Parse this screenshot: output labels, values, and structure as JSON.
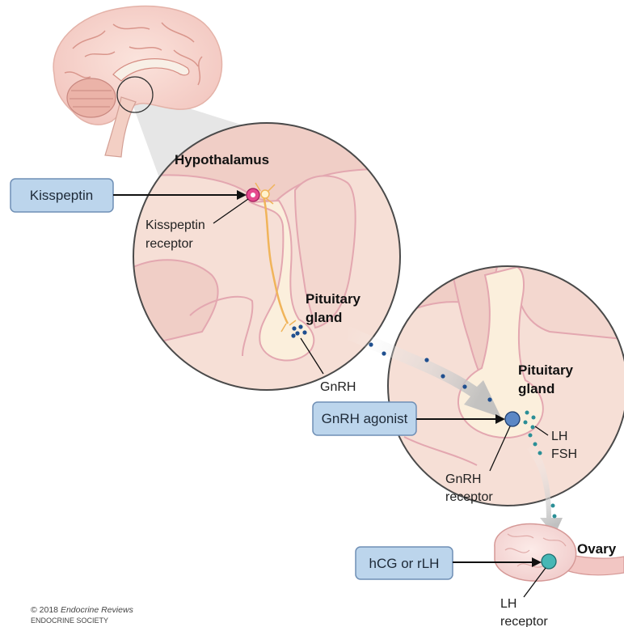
{
  "labels": {
    "hypothalamus": "Hypothalamus",
    "pituitary_1": "Pituitary",
    "gland_1": "gland",
    "pituitary_2": "Pituitary",
    "gland_2": "gland",
    "kisspeptin_receptor_1": "Kisspeptin",
    "kisspeptin_receptor_2": "receptor",
    "gnrh": "GnRH",
    "lh": "LH",
    "fsh": "FSH",
    "gnrh_receptor_1": "GnRH",
    "gnrh_receptor_2": "receptor",
    "ovary": "Ovary",
    "lh_receptor_1": "LH",
    "lh_receptor_2": "receptor"
  },
  "boxes": {
    "kisspeptin": "Kisspeptin",
    "gnrh_agonist": "GnRH agonist",
    "hcg_rlh": "hCG or rLH"
  },
  "credit": {
    "copyright": "© 2018 ",
    "journal": "Endocrine Reviews",
    "society": "ENDOCRINE SOCIETY"
  },
  "colors": {
    "tissue_fill": "#f6dfd6",
    "tissue_edge": "#e3a7b0",
    "gland_fill": "#fbefdc",
    "box_fill": "#bcd5ec",
    "box_edge": "#6f8fb5",
    "kisspeptin_receptor": "#e64a8e",
    "gnrh_receptor": "#5b87c5",
    "lh_receptor": "#46b7b5",
    "gnrh_dots": "#1f4f8f",
    "lh_fsh_dots": "#2a8f96"
  }
}
